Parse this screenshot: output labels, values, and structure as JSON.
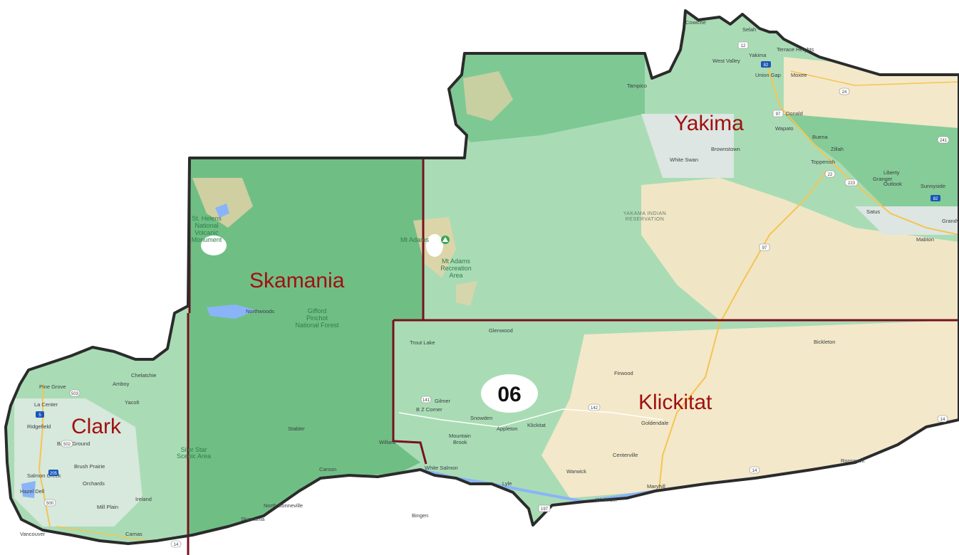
{
  "map": {
    "district": "06",
    "counties": [
      {
        "id": "yakima",
        "name": "Yakima"
      },
      {
        "id": "skamania",
        "name": "Skamania"
      },
      {
        "id": "clark",
        "name": "Clark"
      },
      {
        "id": "klickitat",
        "name": "Klickitat"
      }
    ],
    "towns": [
      "Cowiche",
      "Selah",
      "Terrace Heights",
      "Yakima",
      "West Valley",
      "Union Gap",
      "Moxee",
      "Tampico",
      "Donald",
      "Wapato",
      "Buena",
      "Zillah",
      "Brownstown",
      "White Swan",
      "Toppenish",
      "Liberty",
      "Granger",
      "Outlook",
      "Sunnyside",
      "Satus",
      "Grandview",
      "Mabton",
      "Glenwood",
      "Trout Lake",
      "Bickleton",
      "Firwood",
      "Gilmer",
      "B Z Corner",
      "Snowden",
      "Appleton",
      "Klickitat",
      "Goldendale",
      "Centerville",
      "Mountain",
      "Brook",
      "Warwick",
      "Roosevelt",
      "White Salmon",
      "Lyle",
      "Wishram",
      "Maryhill",
      "Bingen",
      "Carson",
      "Stabler",
      "Willard",
      "North Bonneville",
      "Skamania",
      "Northwoods",
      "Chelatchie",
      "Amboy",
      "Yacolt",
      "Pine Grove",
      "La Center",
      "Ridgefield",
      "Battle Ground",
      "Brush Prairie",
      "Salmon Creek",
      "Hazel Dell",
      "Orchards",
      "Mill Plain",
      "Ireland",
      "Vancouver",
      "Camas",
      "Ridgefield"
    ],
    "places": {
      "st_helens": [
        "St. Helens",
        "National",
        "Volcanic",
        "Monument"
      ],
      "gifford": [
        "Gifford",
        "Pinchot",
        "National Forest"
      ],
      "mt_adams": "Mt Adams",
      "mt_adams_rec": [
        "Mt Adams",
        "Recreation",
        "Area"
      ],
      "siler_star": [
        "Siler Star",
        "Scenic Area"
      ],
      "reservation": [
        "YAKAMA INDIAN",
        "RESERVATION"
      ]
    },
    "highways": [
      "12",
      "82",
      "24",
      "97",
      "22",
      "223",
      "241",
      "14",
      "82",
      "97",
      "142",
      "197",
      "141",
      "14",
      "503",
      "5",
      "205",
      "500",
      "14",
      "502"
    ],
    "colors": {
      "outline": "#2b2b2b",
      "county_border": "#7a1020",
      "forest_green": "#6fbf85",
      "light_green": "#a8dcb4",
      "tan": "#f3e8c9",
      "label_red": "#a01010"
    }
  }
}
